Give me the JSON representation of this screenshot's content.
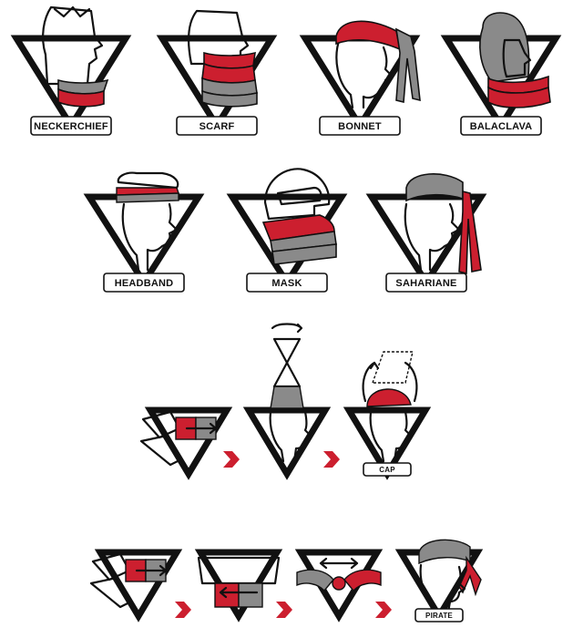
{
  "colors": {
    "red": "#cc1f2f",
    "gray": "#8a8a8a",
    "ink": "#111111"
  },
  "styles": {
    "neckerchief": "NECKERCHIEF",
    "scarf": "SCARF",
    "bonnet": "BONNET",
    "balaclava": "BALACLAVA",
    "headband": "HEADBAND",
    "mask": "MASK",
    "sahariane": "SAHARIANE"
  },
  "sequences": {
    "cap": {
      "label": "CAP"
    },
    "pirate": {
      "label": "PIRATE"
    }
  }
}
